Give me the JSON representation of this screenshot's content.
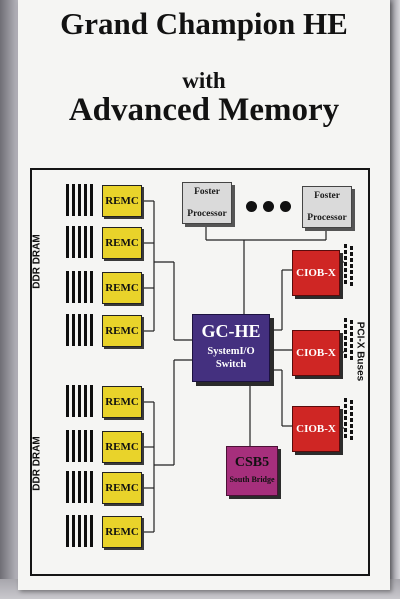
{
  "poster": {
    "title_line1": "Grand Champion HE",
    "title_line2": "with",
    "title_line3": "Advanced Memory"
  },
  "diagram": {
    "memory_label_top": "DDR DRAM",
    "memory_label_bottom": "DDR DRAM",
    "remc_top": [
      "REMC",
      "REMC",
      "REMC",
      "REMC"
    ],
    "remc_bottom": [
      "REMC",
      "REMC",
      "REMC",
      "REMC"
    ],
    "processor_left_line1": "Foster",
    "processor_left_line2": "Processor",
    "processor_right_line1": "Foster",
    "processor_right_line2": "Processor",
    "switch_name": "GC-HE",
    "switch_sub_line1": "SystemI/O",
    "switch_sub_line2": "Switch",
    "ciob": [
      "CIOB-X",
      "CIOB-X",
      "CIOB-X"
    ],
    "south_bridge_name": "CSB5",
    "south_bridge_sub": "South Bridge",
    "bus_label": "PCI-X Buses"
  },
  "colors": {
    "remc": "#e9d32a",
    "switch": "#44307f",
    "ciob": "#cf2624",
    "south_bridge": "#a62f7c",
    "processor": "#dadada"
  }
}
